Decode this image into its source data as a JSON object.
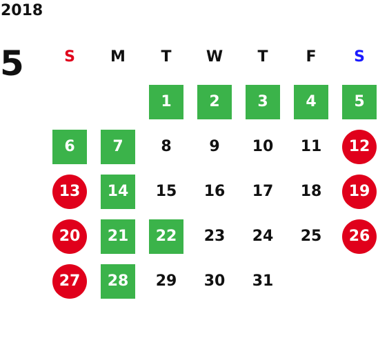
{
  "calendar": {
    "year": "2018",
    "month": "5",
    "weekdays": [
      {
        "label": "S",
        "color": "#e0001b"
      },
      {
        "label": "M",
        "color": "#111111"
      },
      {
        "label": "T",
        "color": "#111111"
      },
      {
        "label": "W",
        "color": "#111111"
      },
      {
        "label": "T",
        "color": "#111111"
      },
      {
        "label": "F",
        "color": "#111111"
      },
      {
        "label": "S",
        "color": "#1a1aff"
      }
    ],
    "colors": {
      "holiday_green": "#3bb34a",
      "closed_red": "#e0001b"
    },
    "weeks": [
      [
        null,
        null,
        {
          "day": "1",
          "style": "green"
        },
        {
          "day": "2",
          "style": "green"
        },
        {
          "day": "3",
          "style": "green"
        },
        {
          "day": "4",
          "style": "green"
        },
        {
          "day": "5",
          "style": "green"
        }
      ],
      [
        {
          "day": "6",
          "style": "green"
        },
        {
          "day": "7",
          "style": "green"
        },
        {
          "day": "8",
          "style": "plain"
        },
        {
          "day": "9",
          "style": "plain"
        },
        {
          "day": "10",
          "style": "plain"
        },
        {
          "day": "11",
          "style": "plain"
        },
        {
          "day": "12",
          "style": "red"
        }
      ],
      [
        {
          "day": "13",
          "style": "red"
        },
        {
          "day": "14",
          "style": "green"
        },
        {
          "day": "15",
          "style": "plain"
        },
        {
          "day": "16",
          "style": "plain"
        },
        {
          "day": "17",
          "style": "plain"
        },
        {
          "day": "18",
          "style": "plain"
        },
        {
          "day": "19",
          "style": "red"
        }
      ],
      [
        {
          "day": "20",
          "style": "red"
        },
        {
          "day": "21",
          "style": "green"
        },
        {
          "day": "22",
          "style": "green"
        },
        {
          "day": "23",
          "style": "plain"
        },
        {
          "day": "24",
          "style": "plain"
        },
        {
          "day": "25",
          "style": "plain"
        },
        {
          "day": "26",
          "style": "red"
        }
      ],
      [
        {
          "day": "27",
          "style": "red"
        },
        {
          "day": "28",
          "style": "green"
        },
        {
          "day": "29",
          "style": "plain"
        },
        {
          "day": "30",
          "style": "plain"
        },
        {
          "day": "31",
          "style": "plain"
        },
        null,
        null
      ]
    ]
  }
}
